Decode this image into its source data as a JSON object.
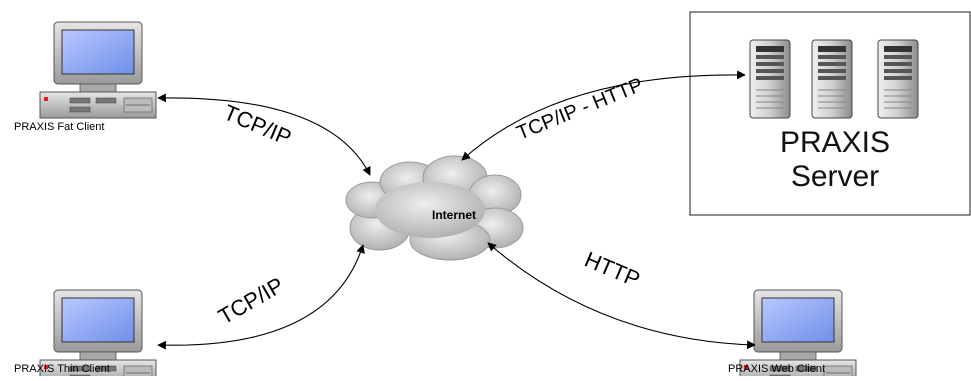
{
  "nodes": {
    "fat_client": "PRAXIS Fat Client",
    "thin_client": "PRAXIS Thin Client",
    "web_client": "PRAXIS Web Client",
    "internet": "Internet",
    "server_line1": "PRAXIS",
    "server_line2": "Server"
  },
  "connections": {
    "fat_to_internet": "TCP/IP",
    "thin_to_internet": "TCP/IP",
    "server_to_internet": "TCP/IP - HTTP",
    "web_to_internet": "HTTP"
  },
  "colors": {
    "screen": "#8ea8f0",
    "case": "#c8c8c8",
    "cloud": "#c9c9c9",
    "arrow": "#000000",
    "server_box_border": "#444444"
  }
}
